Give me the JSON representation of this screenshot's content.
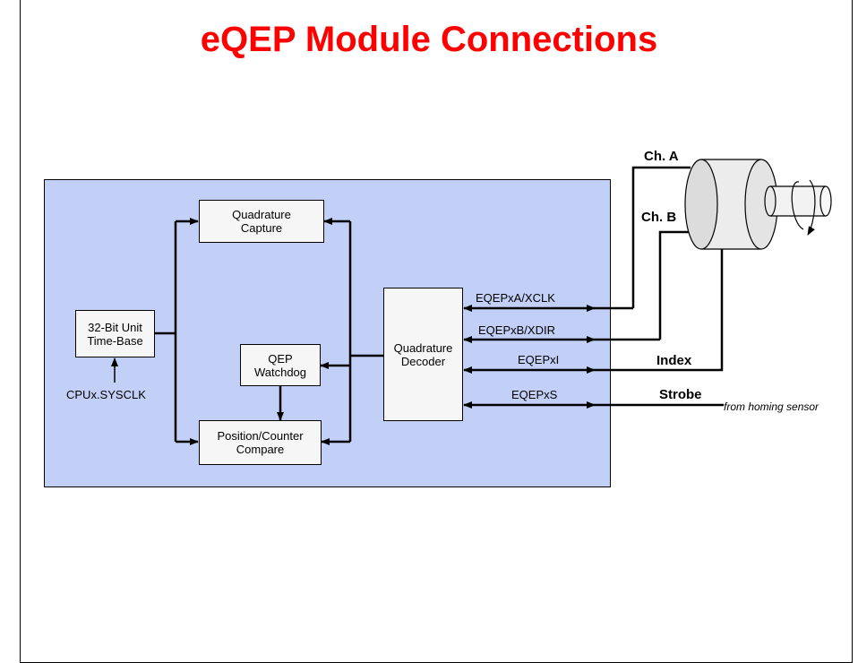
{
  "title": "eQEP Module Connections",
  "blocks": {
    "timebase": [
      "32-Bit Unit",
      "Time-Base"
    ],
    "capture": [
      "Quadrature",
      "Capture"
    ],
    "watchdog": [
      "QEP",
      "Watchdog"
    ],
    "compare": [
      "Position/Counter",
      "Compare"
    ],
    "decoder": [
      "Quadrature",
      "Decoder"
    ]
  },
  "clock_label": "CPUx.SYSCLK",
  "signals": {
    "a": "EQEPxA/XCLK",
    "b": "EQEPxB/XDIR",
    "i": "EQEPxI",
    "s": "EQEPxS"
  },
  "encoder": {
    "ch_a": "Ch. A",
    "ch_b": "Ch. B",
    "index": "Index",
    "strobe": "Strobe",
    "strobe_note": "from homing sensor"
  }
}
